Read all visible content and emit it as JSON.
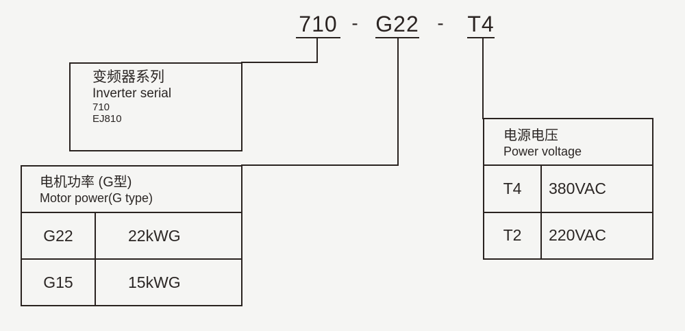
{
  "model_code": {
    "segments": [
      "710",
      "G22",
      "T4"
    ],
    "separator": "-"
  },
  "series_box": {
    "title_zh": "变频器系列",
    "title_en": "Inverter serial",
    "items": [
      "710",
      "EJ810"
    ]
  },
  "motor_power_table": {
    "title_zh": "电机功率 (G型)",
    "title_en": "Motor power(G type)",
    "rows": [
      {
        "code": "G22",
        "value": "22kWG"
      },
      {
        "code": "G15",
        "value": "15kWG"
      }
    ]
  },
  "voltage_table": {
    "title_zh": "电源电压",
    "title_en": "Power voltage",
    "rows": [
      {
        "code": "T4",
        "value": "380VAC"
      },
      {
        "code": "T2",
        "value": "220VAC"
      }
    ]
  },
  "colors": {
    "background": "#f5f5f3",
    "line": "#29221f",
    "text": "#2b2624"
  }
}
